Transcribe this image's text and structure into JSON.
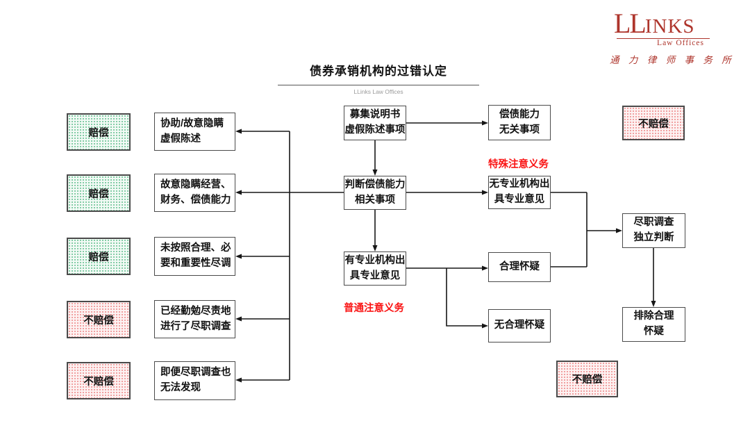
{
  "title": {
    "text": "债券承销机构的过错认定",
    "subtitle": "LLinks Law Offices"
  },
  "logo": {
    "word_large": "LL",
    "word_rest": "INKS",
    "tagline": "Law Offices",
    "chinese": "通 力 律 师 事 务 所"
  },
  "colors": {
    "logo_red": "#ae352c",
    "annotation_red": "#fa1414",
    "compensate_green_dot": "#7cc9a1",
    "compensate_green_bg": "#f2faf5",
    "no_compensate_red_dot": "#f09a9a",
    "no_compensate_red_bg": "#fdf2f2",
    "line_black": "#161616"
  },
  "outcomes": {
    "left": [
      {
        "label": "赔偿",
        "type": "green"
      },
      {
        "label": "赔偿",
        "type": "green"
      },
      {
        "label": "赔偿",
        "type": "green"
      },
      {
        "label": "不赔偿",
        "type": "red"
      },
      {
        "label": "不赔偿",
        "type": "red"
      }
    ],
    "top_right": {
      "label": "不赔偿",
      "type": "red"
    },
    "bottom_right": {
      "label": "不赔偿",
      "type": "red"
    }
  },
  "conditions": [
    {
      "line1": "协助/故意隐瞒",
      "line2": "虚假陈述"
    },
    {
      "line1": "故意隐瞒经营、",
      "line2": "财务、偿债能力"
    },
    {
      "line1": "未按照合理、必",
      "line2": "要和重要性尽调"
    },
    {
      "line1": "已经勤勉尽责地",
      "line2": "进行了尽职调查"
    },
    {
      "line1": "即便尽职调查也",
      "line2": "无法发现"
    }
  ],
  "flow": {
    "prospectus": {
      "line1": "募集说明书",
      "line2": "虚假陈述事项"
    },
    "judge_solvency": {
      "line1": "判断偿债能力",
      "line2": "相关事项"
    },
    "with_opinion": {
      "line1": "有专业机构出",
      "line2": "具专业意见"
    },
    "unrelated": {
      "line1": "偿债能力",
      "line2": "无关事项"
    },
    "no_opinion": {
      "line1": "无专业机构出",
      "line2": "具专业意见"
    },
    "reasonable_doubt": {
      "label": "合理怀疑"
    },
    "no_reasonable_doubt": {
      "label": "无合理怀疑"
    },
    "due_diligence": {
      "line1": "尽职调查",
      "line2": "独立判断"
    },
    "exclude_doubt": {
      "line1": "排除合理",
      "line2": "怀疑"
    }
  },
  "annotations": {
    "special": "特殊注意义务",
    "ordinary": "普通注意义务"
  }
}
